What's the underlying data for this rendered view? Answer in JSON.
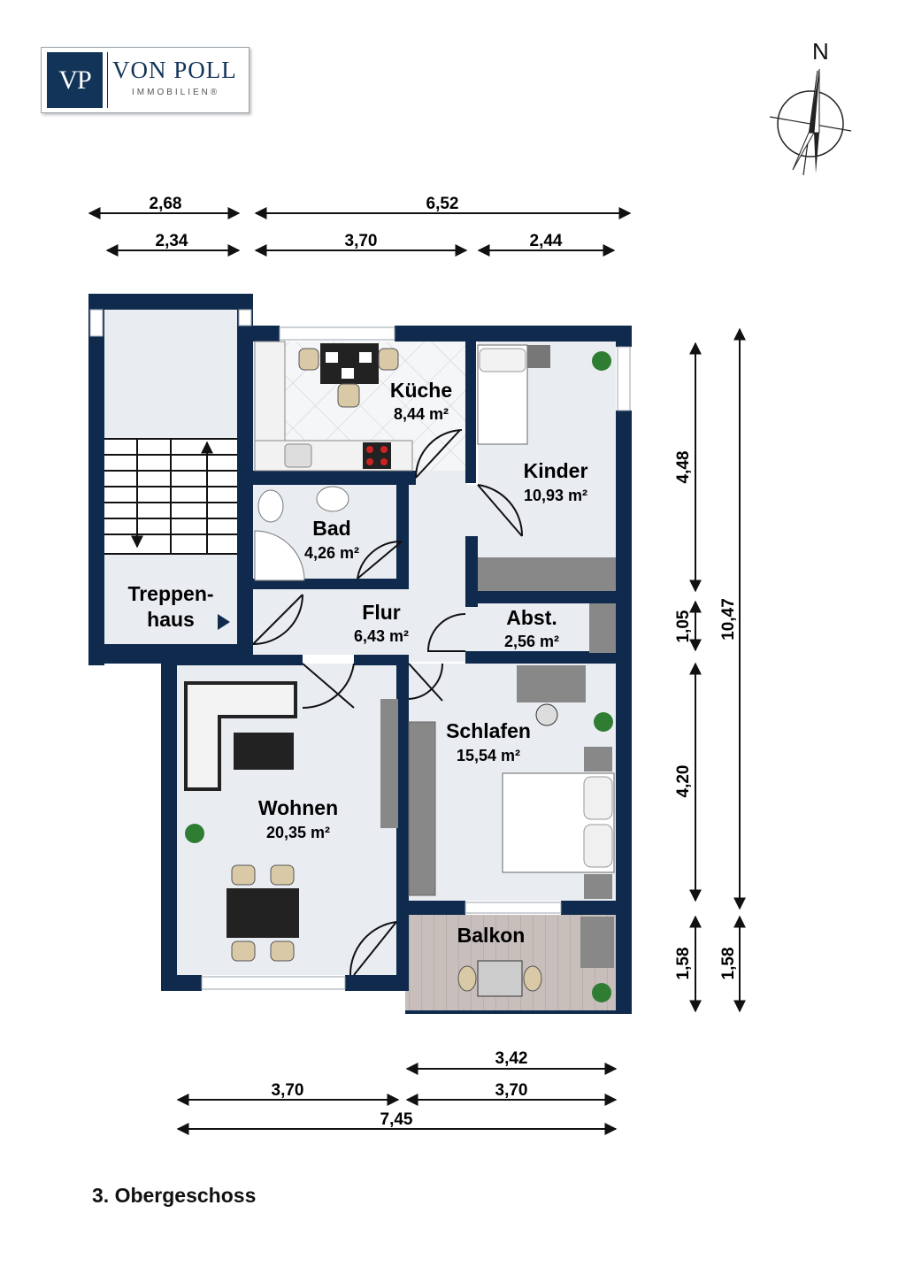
{
  "brand": {
    "mark": "VP",
    "name": "VON POLL",
    "sub": "IMMOBILIEN®"
  },
  "compass": {
    "label": "N"
  },
  "floor_label": "3. Obergeschoss",
  "rooms": {
    "kueche": {
      "name": "Küche",
      "area": "8,44 m²"
    },
    "kinder": {
      "name": "Kinder",
      "area": "10,93 m²"
    },
    "bad": {
      "name": "Bad",
      "area": "4,26 m²"
    },
    "treppenhaus": {
      "name_line1": "Treppen-",
      "name_line2": "haus"
    },
    "flur": {
      "name": "Flur",
      "area": "6,43 m²"
    },
    "abst": {
      "name": "Abst.",
      "area": "2,56 m²"
    },
    "schlafen": {
      "name": "Schlafen",
      "area": "15,54 m²"
    },
    "wohnen": {
      "name": "Wohnen",
      "area": "20,35 m²"
    },
    "balkon": {
      "name": "Balkon"
    }
  },
  "dimensions": {
    "top_row1": [
      "2,68",
      "6,52"
    ],
    "top_row2": [
      "2,34",
      "3,70",
      "2,44"
    ],
    "right_inner": [
      "4,48",
      "1,05",
      "4,20",
      "1,58"
    ],
    "right_outer": [
      "10,47",
      "1,58"
    ],
    "bottom_row1": [
      "3,42"
    ],
    "bottom_row2": [
      "3,70",
      "3,70"
    ],
    "bottom_total": [
      "7,45"
    ]
  },
  "colors": {
    "wall": "#0f2a4d",
    "floor": "#e9edf2",
    "tile": "#f4f5f7",
    "balcony": "#c9c0bd"
  }
}
